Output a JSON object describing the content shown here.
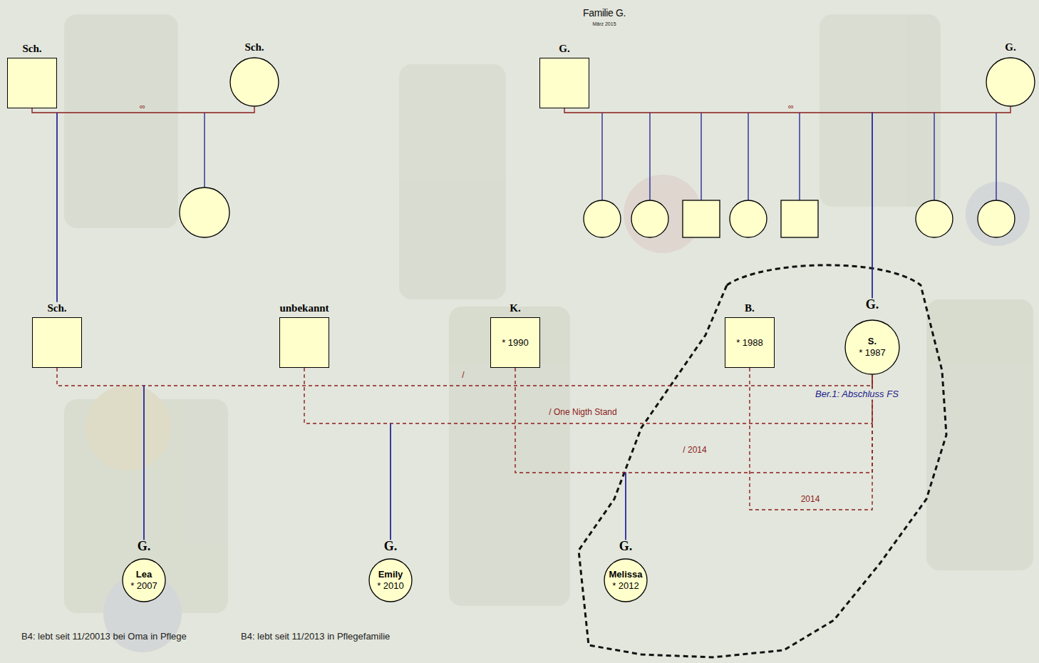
{
  "diagram": {
    "title": "Familie G.",
    "nodes": [
      {
        "text": [
          "Sch."
        ]
      },
      {
        "text": [
          "Sch."
        ]
      },
      {
        "text": [
          "G."
        ]
      },
      {
        "text": [
          "G."
        ]
      },
      {
        "text": [
          "Sch."
        ]
      },
      {
        "text": [
          "unbekannt"
        ]
      },
      {
        "text": [
          "K.",
          "* 1990"
        ]
      },
      {
        "text": [
          "B.",
          "* 1988"
        ]
      },
      {
        "text": [
          "G.",
          "S.",
          "* 1987"
        ]
      },
      {
        "text": [
          "G.",
          "Lea",
          "* 2007"
        ]
      },
      {
        "text": [
          "G.",
          "Emily",
          "* 2010"
        ]
      },
      {
        "text": [
          "G.",
          "Melissa",
          "* 2012"
        ]
      }
    ],
    "edges": [
      {
        "from": 0,
        "to": 1,
        "arrow": "none",
        "label": "∞"
      },
      {
        "from": 0,
        "to": 4,
        "arrow": "none"
      },
      {
        "from": 1,
        "to": 4,
        "arrow": "none"
      },
      {
        "from": 2,
        "to": 3,
        "arrow": "none",
        "label": "∞"
      },
      {
        "from": 2,
        "to": 8,
        "arrow": "none"
      },
      {
        "from": 3,
        "to": 8,
        "arrow": "none"
      },
      {
        "from": 4,
        "to": 8,
        "arrow": "none",
        "label": "/"
      },
      {
        "from": 4,
        "to": 9,
        "arrow": "none"
      },
      {
        "from": 8,
        "to": 9,
        "arrow": "none"
      },
      {
        "from": 5,
        "to": 8,
        "arrow": "none",
        "label": "/ One Nigth Stand"
      },
      {
        "from": 5,
        "to": 10,
        "arrow": "none"
      },
      {
        "from": 8,
        "to": 10,
        "arrow": "none"
      },
      {
        "from": 6,
        "to": 8,
        "arrow": "none",
        "label": "/ 2014"
      },
      {
        "from": 6,
        "to": 11,
        "arrow": "none"
      },
      {
        "from": 8,
        "to": 11,
        "arrow": "none"
      },
      {
        "from": 7,
        "to": 8,
        "arrow": "none",
        "label": "2014"
      }
    ],
    "labels": [
      "März 2015",
      "Ber.1: Abschluss FS",
      "B4: lebt seit 11/20013 bei Oma in Pflege",
      "B4: lebt seit 11/2013 in Pflegefamilie"
    ]
  }
}
